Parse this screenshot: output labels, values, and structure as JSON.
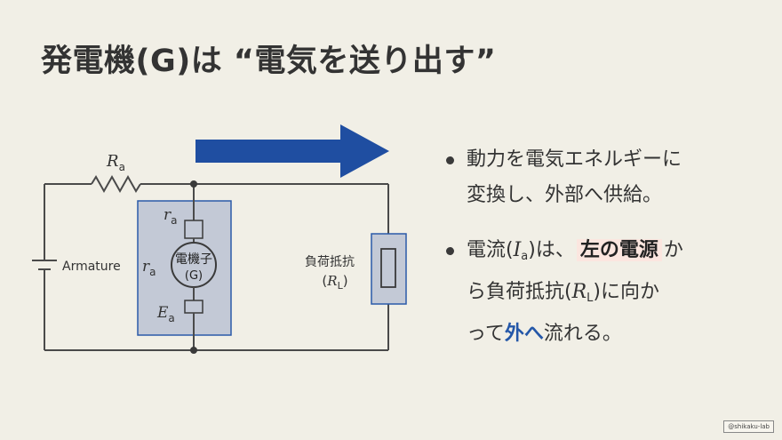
{
  "slide": {
    "title": "発電機(G)は “電気を送り出す”",
    "circuit": {
      "Ra_main": "R",
      "Ra_sub": "a",
      "ra_top_main": "r",
      "ra_top_sub": "a",
      "ra_left_main": "r",
      "ra_left_sub": "a",
      "ea_main": "E",
      "ea_sub": "a",
      "armature_label": "Armature",
      "generator_line1": "電機子",
      "generator_line2": "(G)",
      "load_label": "負荷抵抗",
      "load_symbol_open": "(",
      "load_symbol_main": "R",
      "load_symbol_sub": "L",
      "load_symbol_close": ")",
      "accent_color": "#1f4ea1"
    },
    "bullet1": {
      "line1": "動力を電気エネルギーに",
      "line2": "変換し、外部へ供給。"
    },
    "bullet2": {
      "p1": "電流(",
      "i_main": "I",
      "i_sub": "a",
      "p2": ")は、",
      "highlight": "左の電源",
      "p3": "か",
      "p4": "ら負荷抵抗(",
      "r_main": "R",
      "r_sub": "L",
      "p5": ")に向か",
      "p6": "って",
      "blue": "外へ",
      "p7": "流れる。"
    },
    "watermark": "@shikaku-lab"
  }
}
